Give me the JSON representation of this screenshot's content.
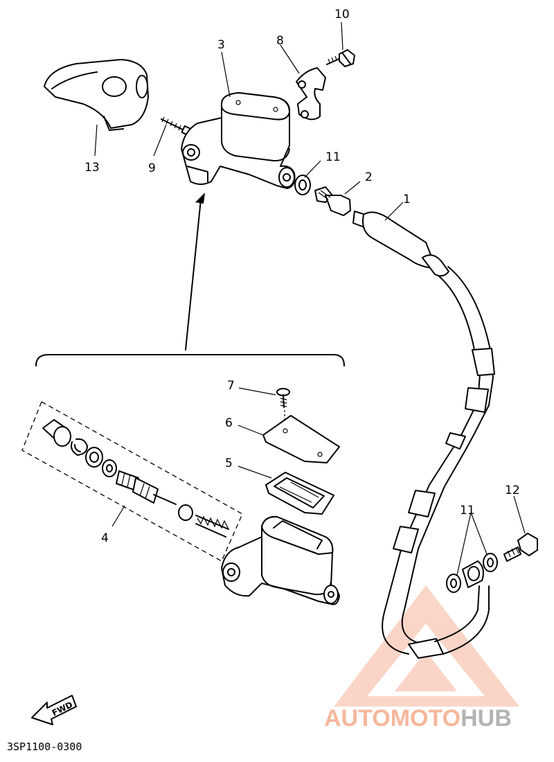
{
  "callouts": {
    "n1": "1",
    "n2": "2",
    "n3": "3",
    "n4": "4",
    "n5": "5",
    "n6": "6",
    "n7": "7",
    "n8": "8",
    "n9": "9",
    "n10": "10",
    "n11_top": "11",
    "n11_bottom": "11",
    "n12": "12",
    "n13": "13"
  },
  "fwd_label": "FWD",
  "diagram_code": "3SP1100-0300",
  "watermark": {
    "part1": "AUTO",
    "part2": "MOTO",
    "part3": "HUB",
    "color_primary": "#f2a07a",
    "color_secondary": "#9a9a9a"
  }
}
